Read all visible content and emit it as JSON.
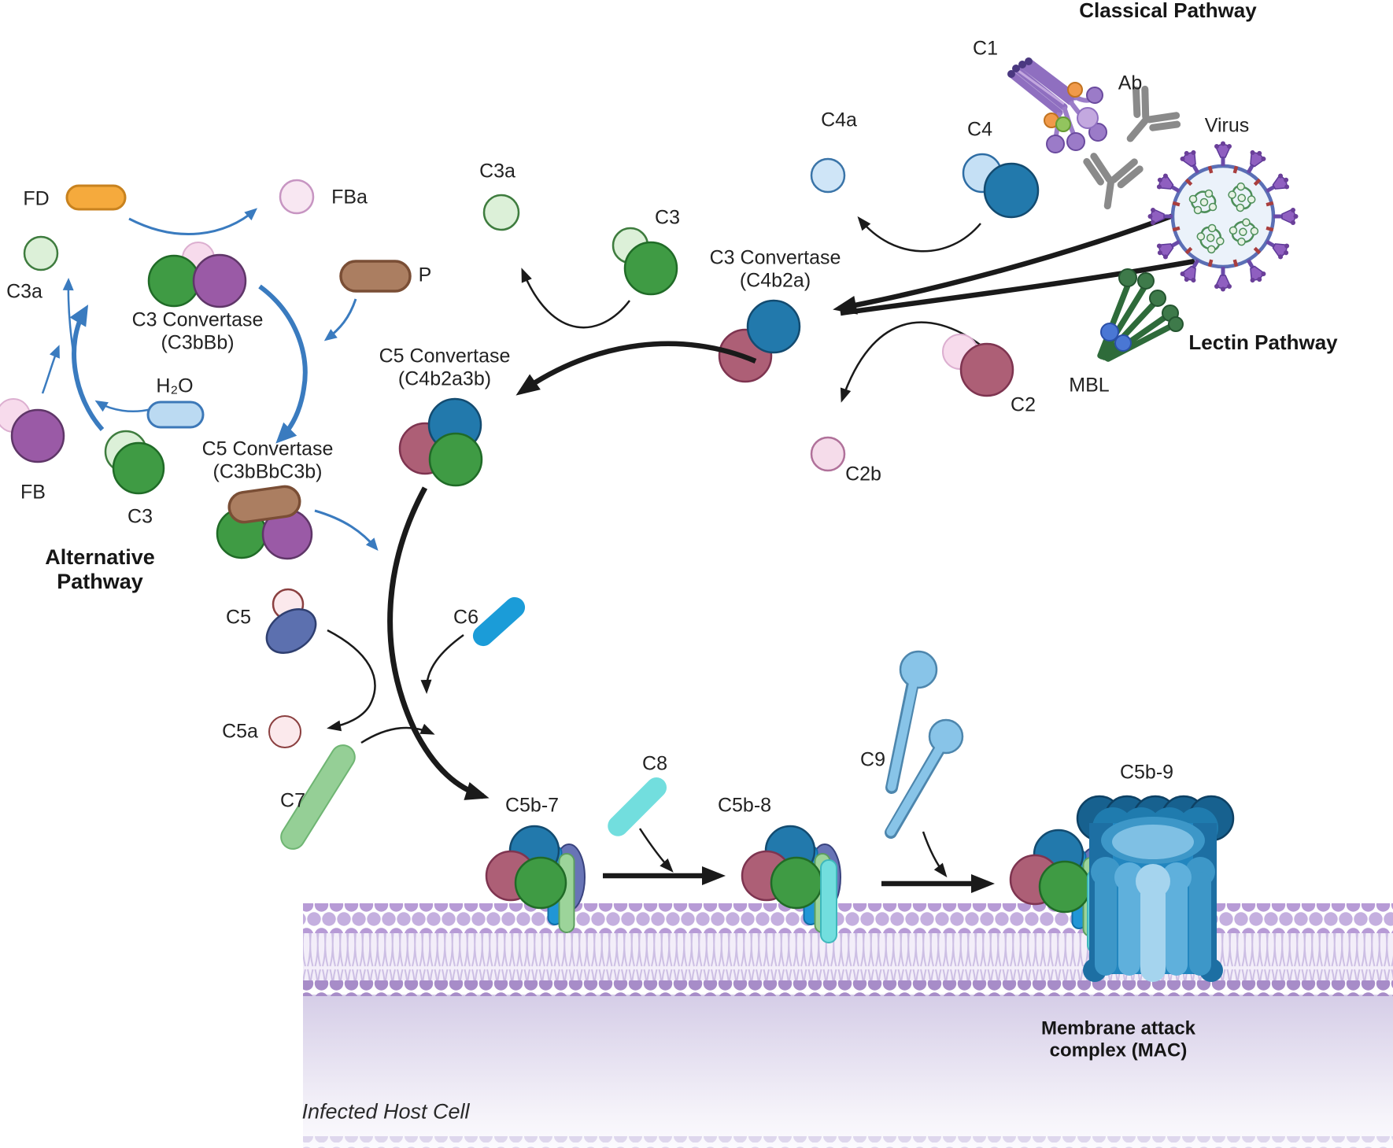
{
  "titles": {
    "classical": "Classical Pathway",
    "lectin": "Lectin Pathway",
    "alternative": "Alternative Pathway"
  },
  "molecules": {
    "c1": "C1",
    "ab": "Ab",
    "virus": "Virus",
    "mbl": "MBL",
    "c4": "C4",
    "c4a": "C4a",
    "c2": "C2",
    "c2b": "C2b",
    "c3": "C3",
    "c3a": "C3a",
    "fd": "FD",
    "fba": "FBa",
    "fb": "FB",
    "p": "P",
    "h2o": "H₂O",
    "c5": "C5",
    "c5a": "C5a",
    "c6": "C6",
    "c7": "C7",
    "c8": "C8",
    "c9": "C9",
    "c5b7": "C5b-7",
    "c5b8": "C5b-8",
    "c5b9": "C5b-9"
  },
  "complexes": {
    "c3_convertase_classical": {
      "name": "C3 Convertase",
      "formula": "(C4b2a)"
    },
    "c5_convertase_classical": {
      "name": "C5 Convertase",
      "formula": "(C4b2a3b)"
    },
    "c3_convertase_alternative": {
      "name": "C3 Convertase",
      "formula": "(C3bBb)"
    },
    "c5_convertase_alternative": {
      "name": "C5 Convertase",
      "formula": "(C3bBbC3b)"
    },
    "mac": "Membrane attack complex (MAC)"
  },
  "cell_label": "Infected Host Cell",
  "colors": {
    "arrow_blue": "#3A7BBF",
    "arrow_black": "#1A1A1A",
    "green_c3b": "#3F9B44",
    "light_green_c3a": "#DCF0D8",
    "purple_bb": "#9A5AA6",
    "pink_fragment": "#F7DBEC",
    "maroon_c4b": "#AD5F76",
    "blue_c2a": "#2279AC",
    "light_blue_c4a": "#CFE5F7",
    "slate_c5b": "#5C70AF",
    "c6_blue": "#1B9CD8",
    "c7_green": "#95CF96",
    "c8_cyan": "#72DEDE",
    "c9_blue": "#88C4E8",
    "fd_orange": "#F5AA3D",
    "p_brown": "#AB7E61",
    "h2o_blue": "#BBDAF2",
    "membrane_purple": "#B79BD6",
    "mac_blue": "#2286BF"
  }
}
